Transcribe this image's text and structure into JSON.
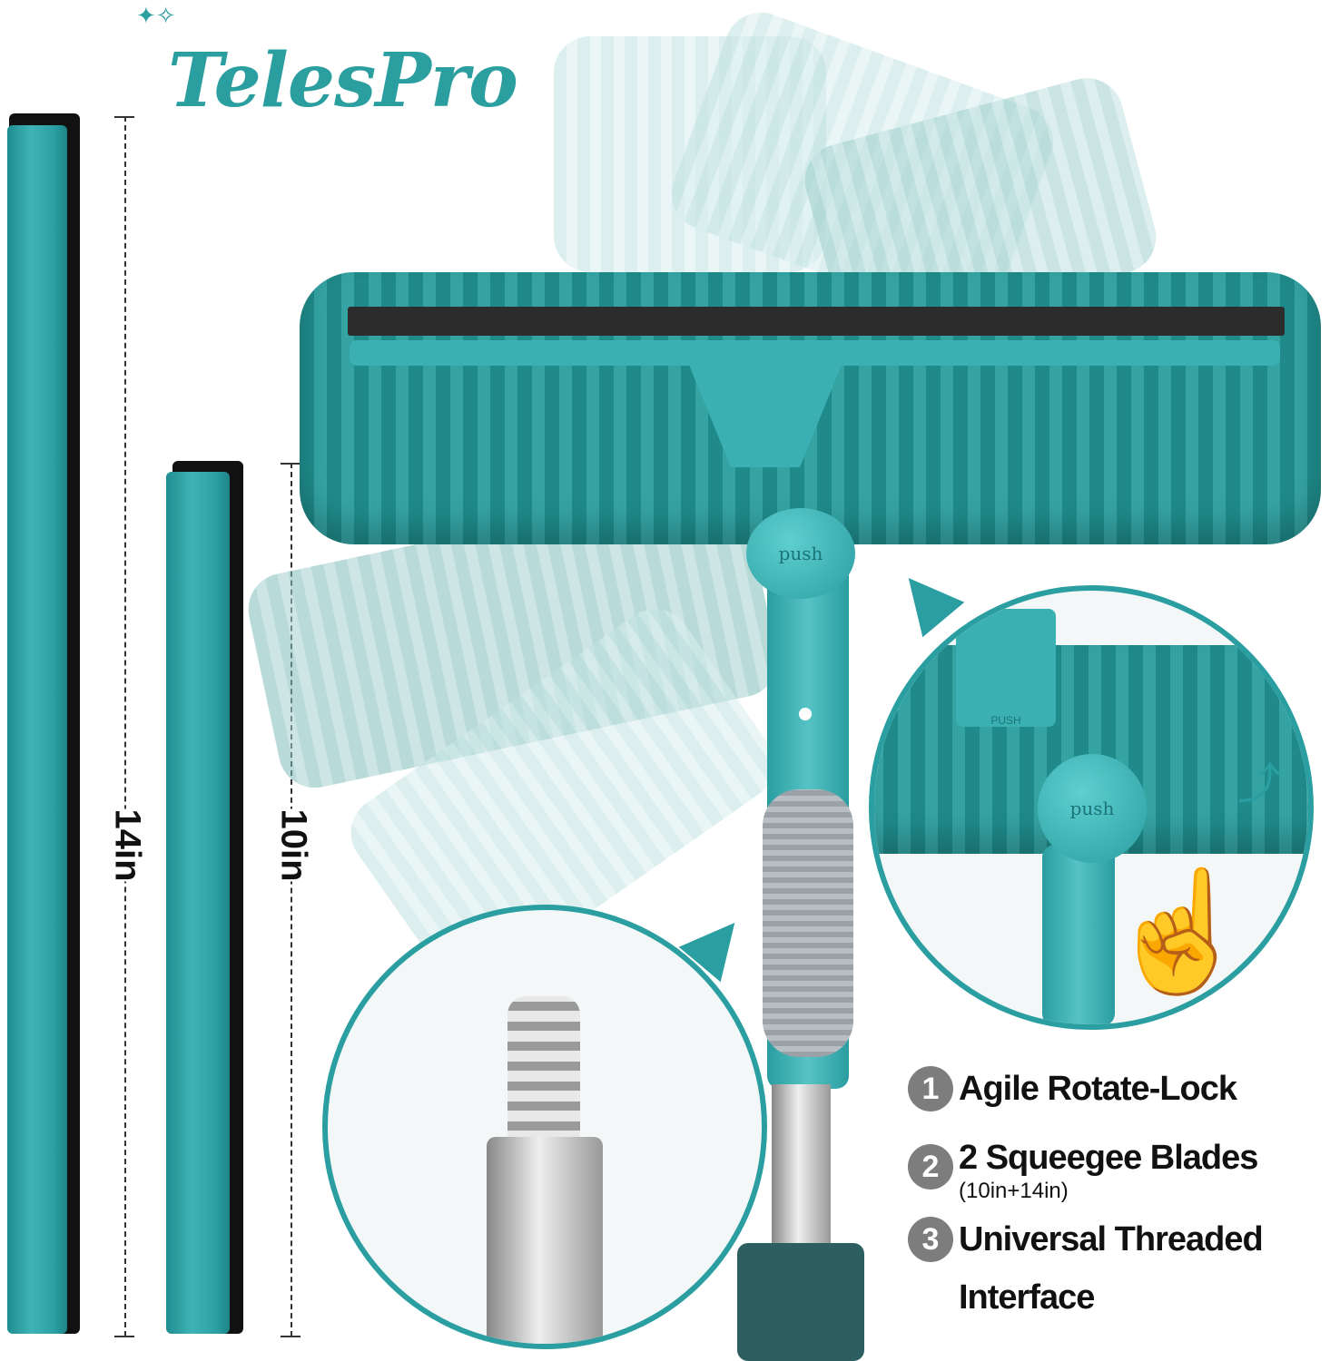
{
  "brand": {
    "logo": "TelesPro",
    "color": "#2b9ea0"
  },
  "dimensions": {
    "long_blade": "14in",
    "short_blade": "10in"
  },
  "knob": {
    "label": "push",
    "clip_label": "PUSH"
  },
  "features": [
    {
      "number": "1",
      "title": "Agile Rotate-Lock",
      "subtitle": ""
    },
    {
      "number": "2",
      "title": "2 Squeegee Blades",
      "subtitle": "(10in+14in)"
    },
    {
      "number": "3",
      "title": "Universal Threaded",
      "subtitle": "Interface"
    }
  ],
  "icons": {
    "hand": "pointing-hand-icon",
    "rotate": "curved-arrow-icon",
    "sparkle": "sparkle-icon"
  }
}
